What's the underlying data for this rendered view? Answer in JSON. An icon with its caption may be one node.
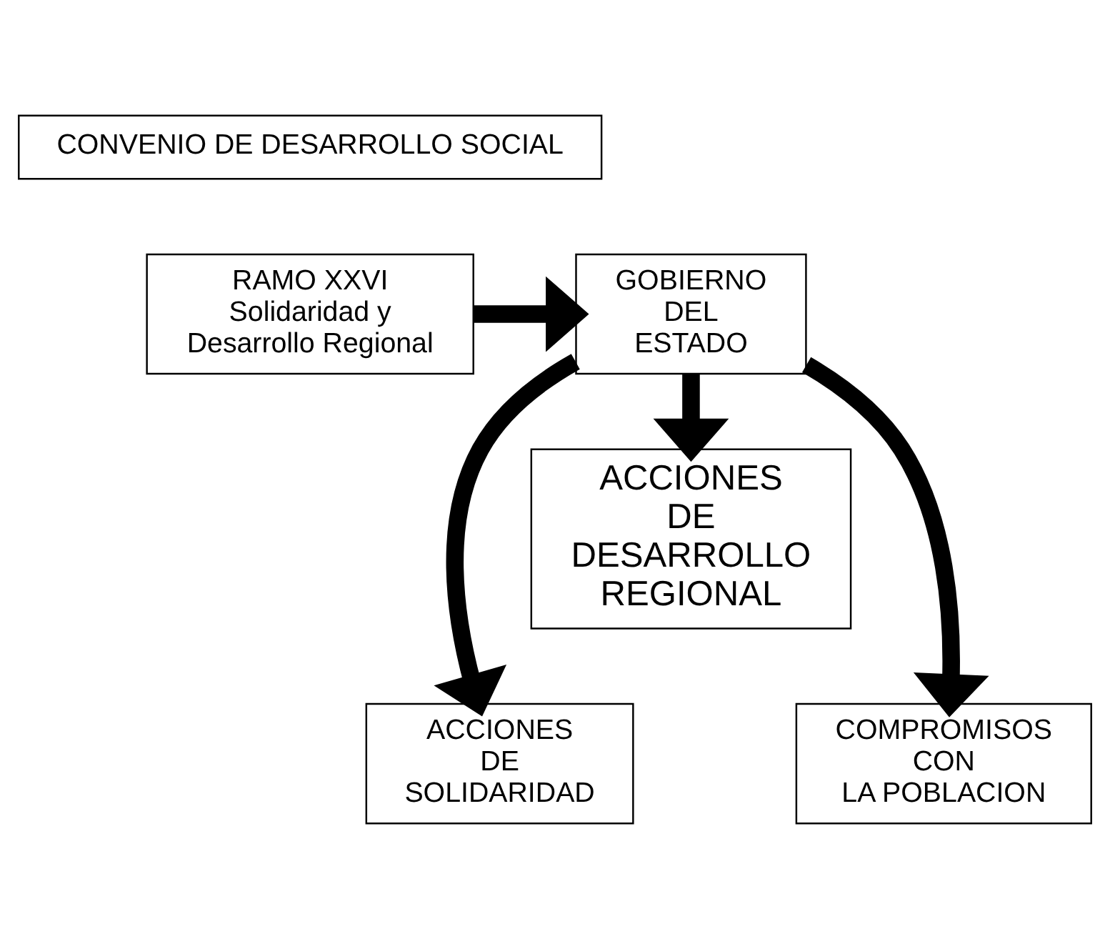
{
  "diagram": {
    "nodes": [
      {
        "text": [
          "CONVENIO DE DESARROLLO SOCIAL"
        ]
      },
      {
        "text": [
          "RAMO XXVI Solidaridad y Desarrollo Regional"
        ]
      },
      {
        "text": [
          "GOBIERNO DEL ESTADO"
        ]
      },
      {
        "text": [
          "ACCIONES DE DESARROLLO REGIONAL"
        ]
      },
      {
        "text": [
          "ACCIONES DE SOLIDARIDAD"
        ]
      },
      {
        "text": [
          "COMPROMISOS CON LA POBLACION"
        ]
      }
    ],
    "edges": [
      {
        "from": 1,
        "to": 2,
        "arrow": "to"
      },
      {
        "from": 2,
        "to": 3,
        "arrow": "to"
      },
      {
        "from": 2,
        "to": 4,
        "arrow": "to"
      },
      {
        "from": 2,
        "to": 5,
        "arrow": "to"
      }
    ]
  }
}
